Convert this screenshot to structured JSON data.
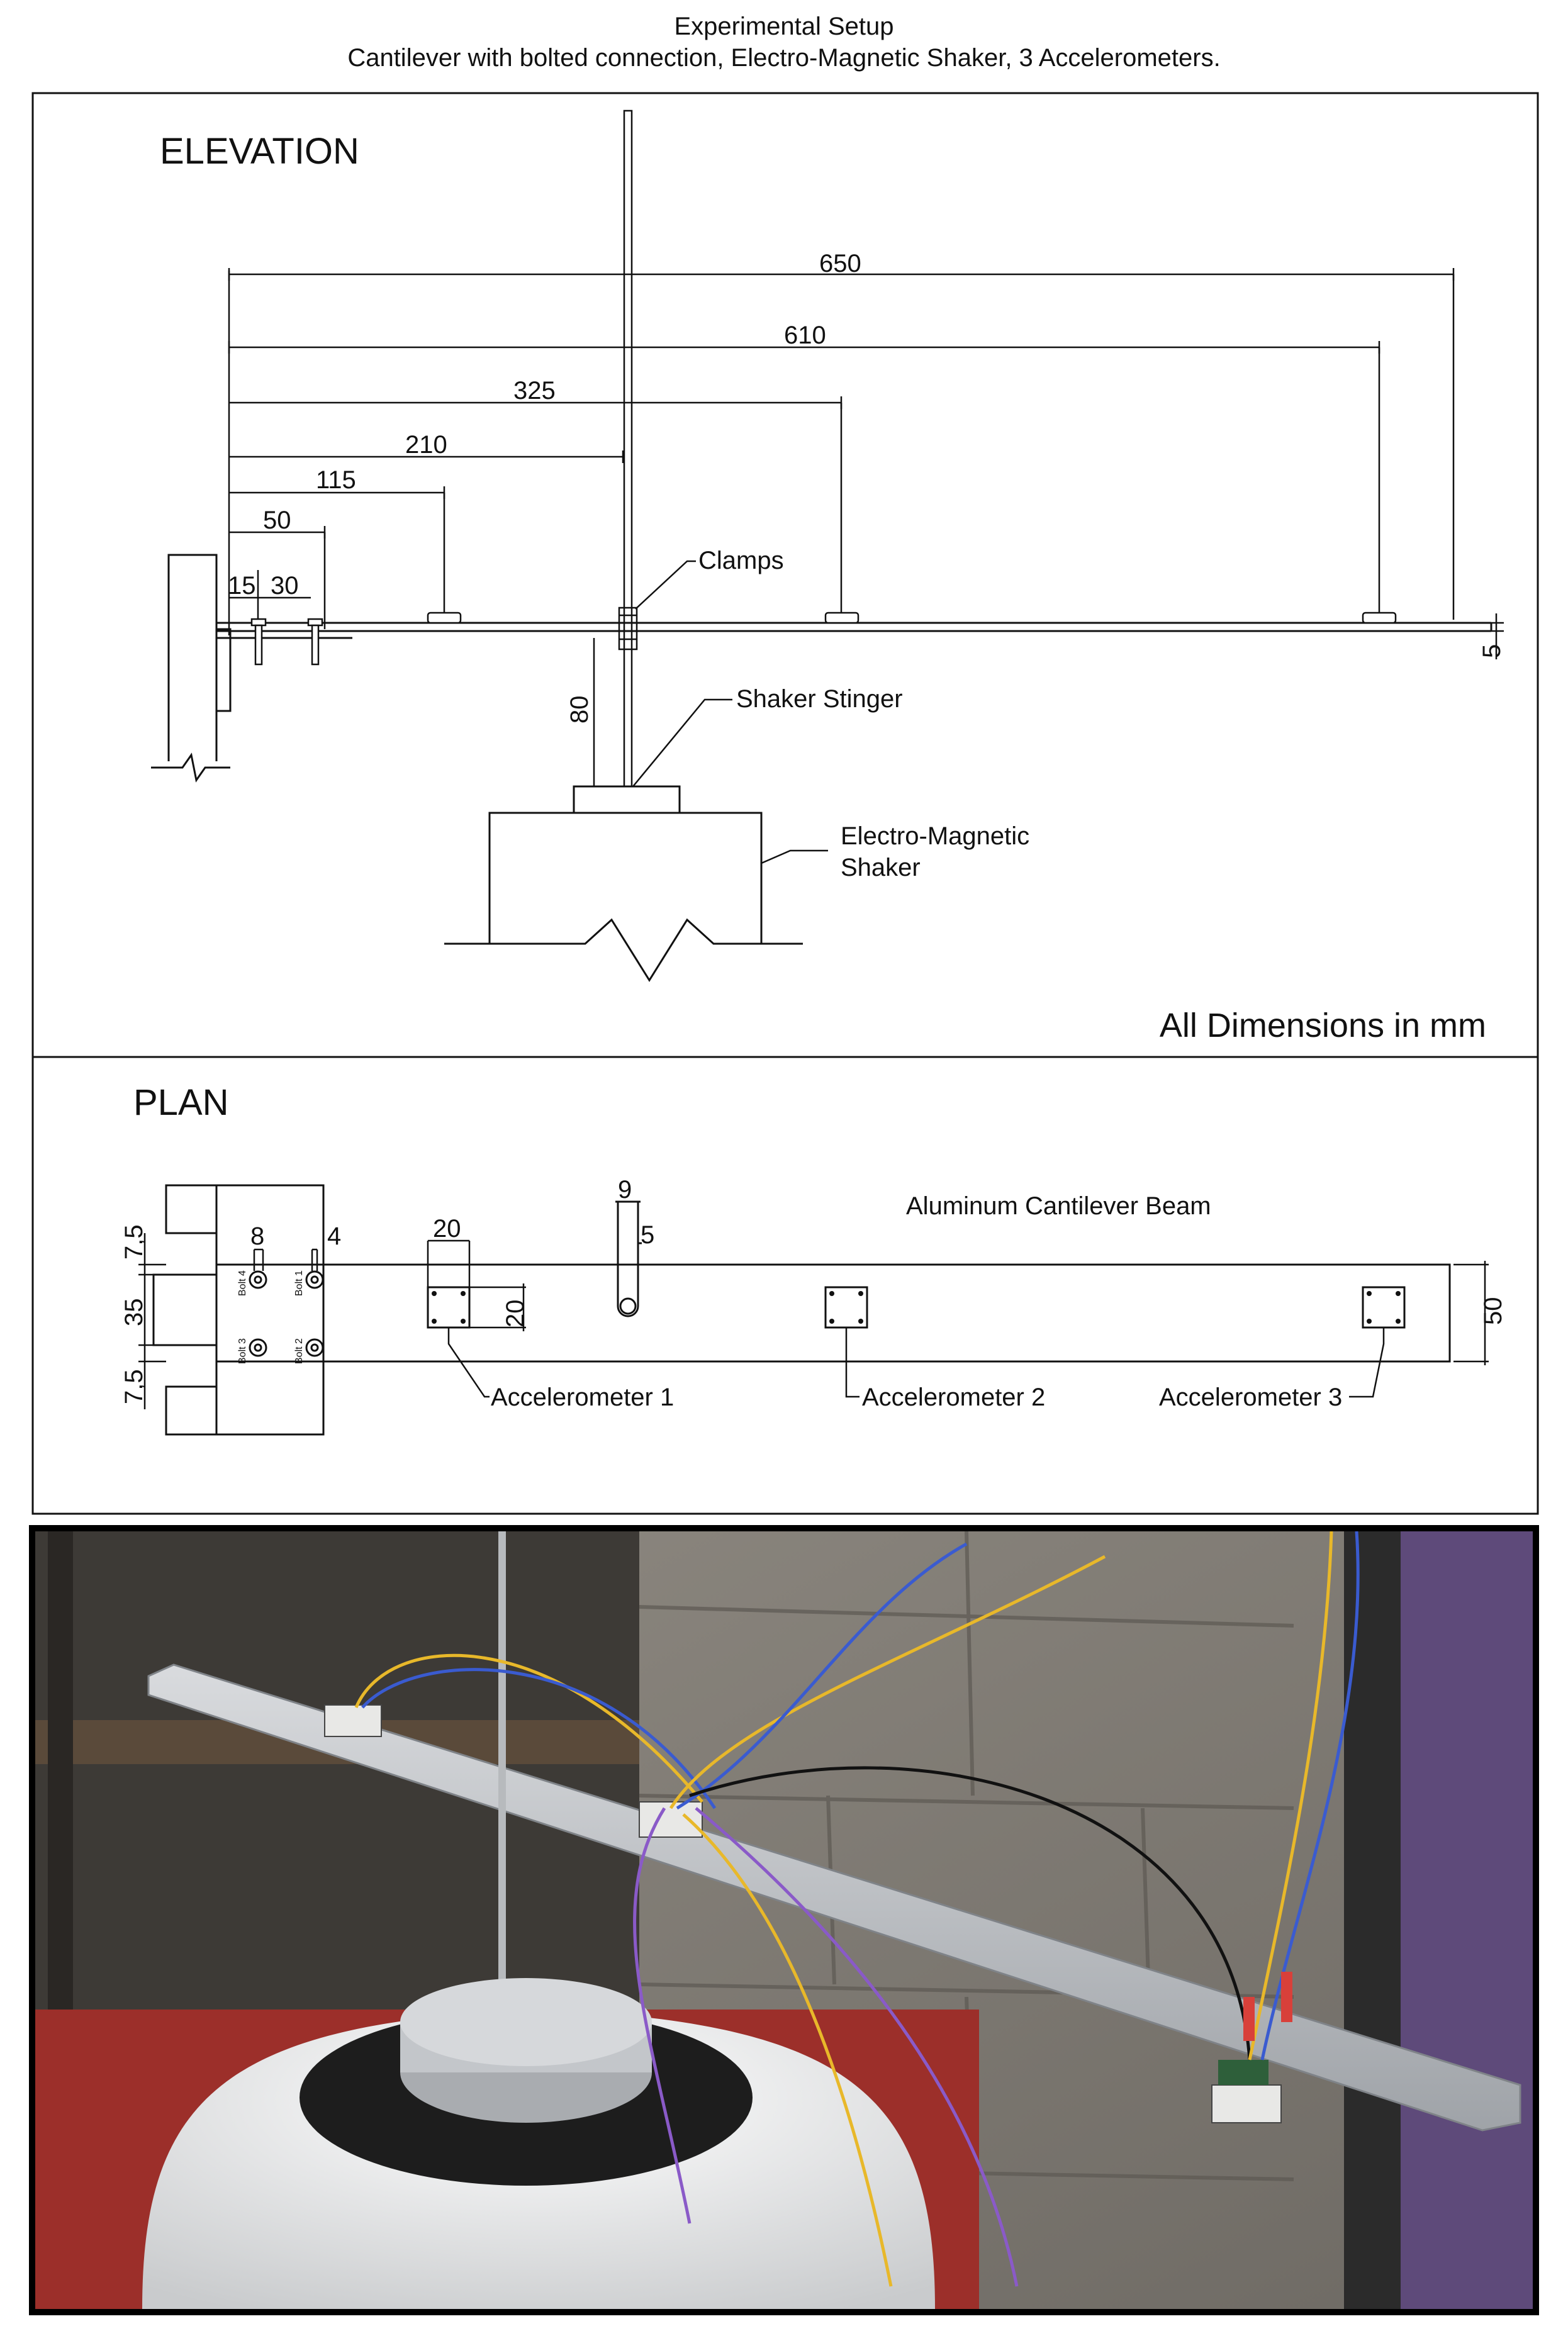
{
  "title": {
    "line1": "Experimental Setup",
    "line2": "Cantilever with bolted connection, Electro-Magnetic Shaker, 3 Accelerometers."
  },
  "elevation": {
    "heading": "ELEVATION",
    "dims": {
      "d650": "650",
      "d610": "610",
      "d325": "325",
      "d210": "210",
      "d115": "115",
      "d50": "50",
      "d15": "15",
      "d30": "30",
      "d5": "5",
      "d80": "80"
    },
    "labels": {
      "clamps": "Clamps",
      "stinger": "Shaker Stinger",
      "shaker_l1": "Electro-Magnetic",
      "shaker_l2": "Shaker"
    },
    "units_note": "All Dimensions in mm"
  },
  "plan": {
    "heading": "PLAN",
    "beam_label": "Aluminum Cantilever Beam",
    "dims": {
      "d7_5a": "7,5",
      "d35": "35",
      "d7_5b": "7,5",
      "d8": "8",
      "d4": "4",
      "d20w": "20",
      "d20h": "20",
      "d9": "9",
      "d5": "5",
      "d50": "50"
    },
    "bolts": {
      "b1": "Bolt 1",
      "b2": "Bolt 2",
      "b3": "Bolt 3",
      "b4": "Bolt 4"
    },
    "accelerometers": [
      "Accelerometer 1",
      "Accelerometer 2",
      "Accelerometer 3"
    ]
  },
  "colors": {
    "wire_yellow": "#e8b82a",
    "wire_blue": "#3a5bd0",
    "wire_red": "#d8403a",
    "wire_purple": "#8a5ac8",
    "wire_black": "#111111",
    "shaker_red": "#b8332e",
    "aluminium": "#bfc2c6",
    "block_wall": "#8a857c"
  }
}
